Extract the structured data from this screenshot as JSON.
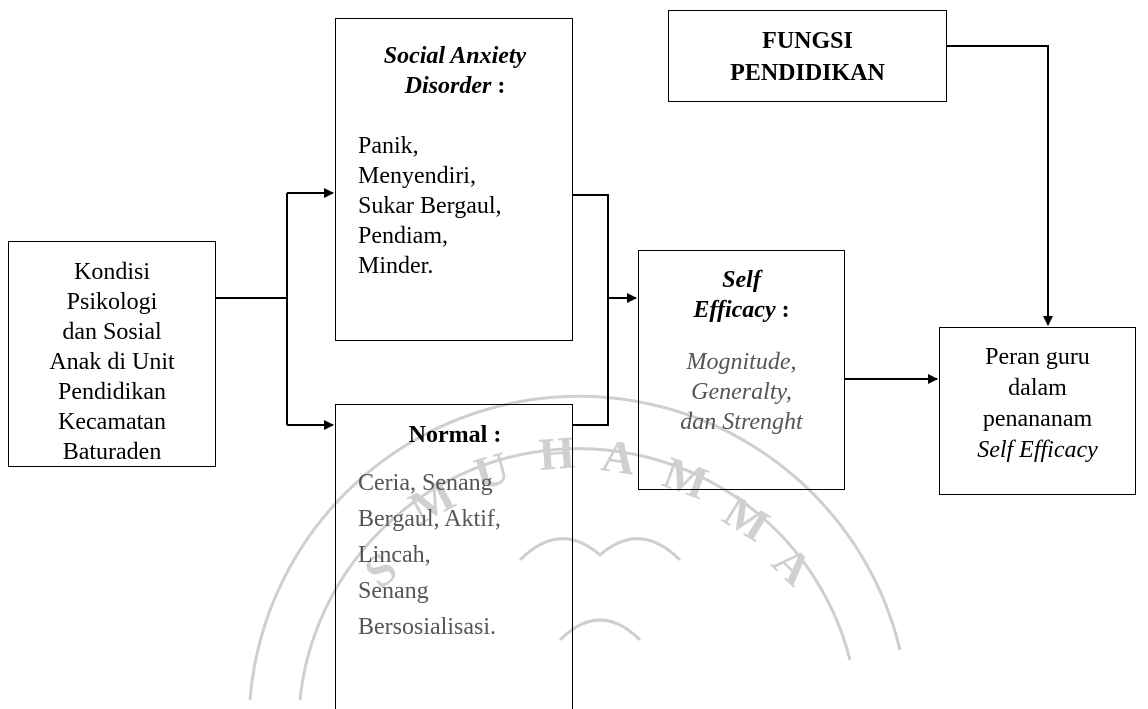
{
  "boxes": {
    "kondisi": {
      "lines": [
        "Kondisi",
        "Psikologi",
        "dan Sosial",
        "Anak di Unit",
        "Pendidikan",
        "Kecamatan",
        "Baturaden"
      ]
    },
    "social": {
      "title_italic": "Social Anxiety",
      "title_line2_italic": "Disorder",
      "title_colon": " :",
      "items": [
        "Panik,",
        "Menyendiri,",
        "Sukar Bergaul,",
        "Pendiam,",
        "Minder."
      ]
    },
    "normal": {
      "title": "Normal :",
      "items": [
        "Ceria, Senang",
        "Bergaul, Aktif,",
        "Lincah,",
        "Senang",
        "Bersosialisasi."
      ]
    },
    "fungsi": {
      "lines": [
        "FUNGSI",
        "PENDIDIKAN"
      ]
    },
    "self_efficacy": {
      "title_line1": "Self",
      "title_line2_italic": "Efficacy",
      "title_colon": " :",
      "items": [
        "Mognitude,",
        "Generalty,",
        "dan Strenght"
      ]
    },
    "peran": {
      "lines": [
        "Peran guru",
        "dalam",
        "penananam"
      ],
      "last_italic": "Self Efficacy"
    }
  },
  "colors": {
    "line": "#000000",
    "watermark": "#c8c8c8",
    "muted_text": "#555555"
  }
}
